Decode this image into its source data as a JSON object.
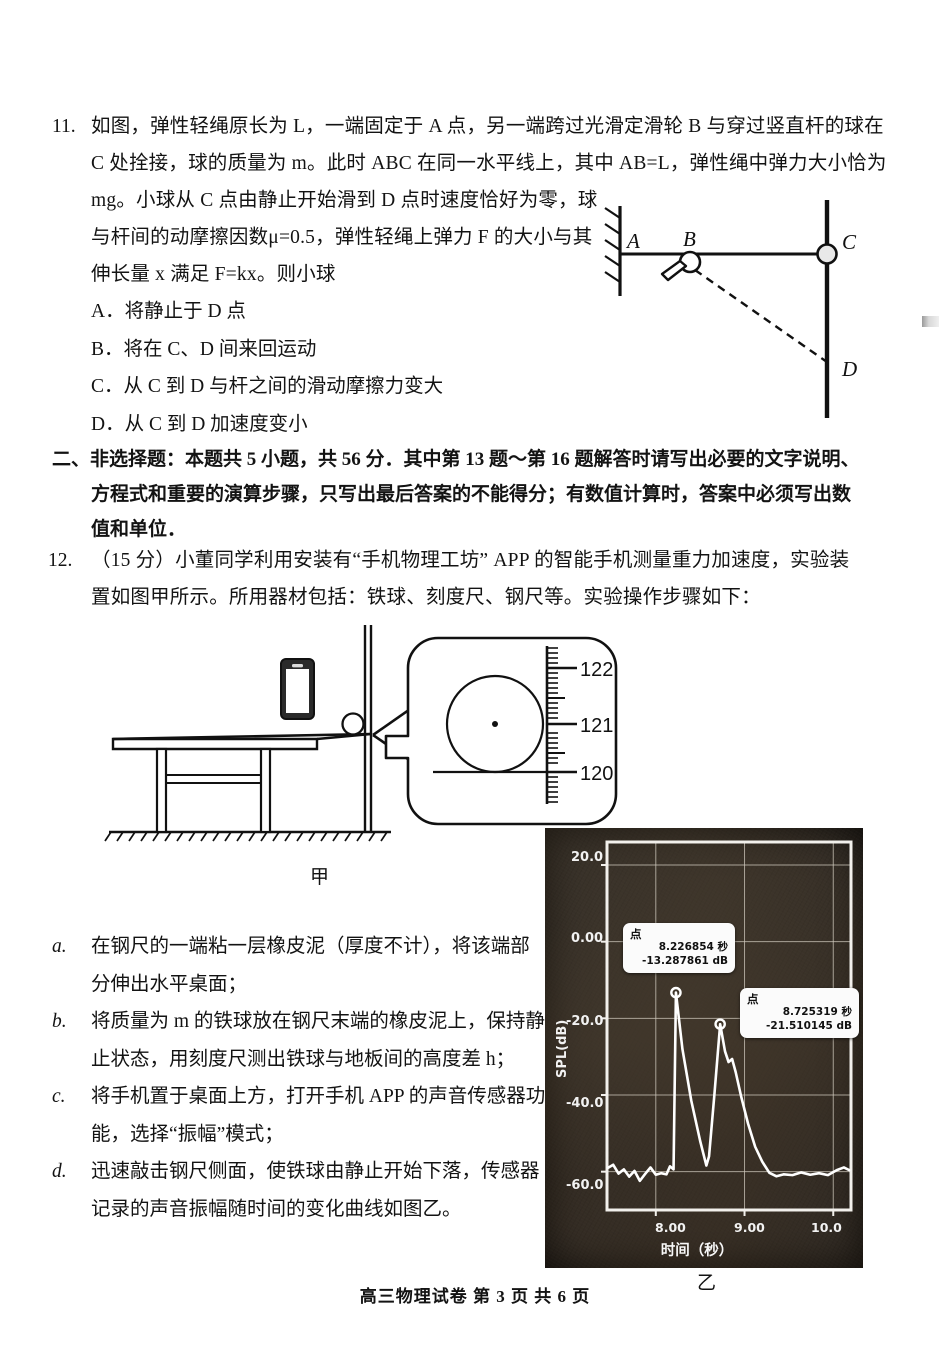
{
  "footer": "高三物理试卷  第 3 页  共 6 页",
  "q11": {
    "number": "11.",
    "lines": [
      "如图，弹性轻绳原长为 L，一端固定于 A 点，另一端跨过光滑定滑轮 B 与穿过竖直杆的球在",
      "C 处拴接，球的质量为 m。此时 ABC 在同一水平线上，其中 AB=L，弹性绳中弹力大小恰为",
      "mg。小球从 C 点由静止开始滑到 D 点时速度恰好为零，球",
      "与杆间的动摩擦因数μ=0.5，弹性轻绳上弹力 F 的大小与其",
      "伸长量 x 满足 F=kx。则小球"
    ],
    "options": [
      "A．将静止于 D 点",
      "B．将在 C、D 间来回运动",
      "C．从 C 到 D 与杆之间的滑动摩擦力变大",
      "D．从 C 到 D 加速度变小"
    ],
    "figure_labels": {
      "a": "A",
      "b": "B",
      "c": "C",
      "d": "D"
    }
  },
  "section2": {
    "lines": [
      "二、非选择题：本题共 5 小题，共 56 分．其中第 13 题～第 16 题解答时请写出必要的文字说明、",
      "方程式和重要的演算步骤，只写出最后答案的不能得分；有数值计算时，答案中必须写出数",
      "值和单位．"
    ]
  },
  "q12": {
    "number": "12.",
    "lines": [
      "（15 分）小董同学利用安装有“手机物理工坊” APP 的智能手机测量重力加速度，实验装",
      "置如图甲所示。所用器材包括：铁球、刻度尺、钢尺等。实验操作步骤如下："
    ],
    "steps": [
      {
        "label": "a.",
        "lines": [
          "在钢尺的一端粘一层橡皮泥（厚度不计），将该端部",
          "分伸出水平桌面；"
        ]
      },
      {
        "label": "b.",
        "lines": [
          "将质量为 m 的铁球放在钢尺末端的橡皮泥上，保持静",
          "止状态，用刻度尺测出铁球与地板间的高度差 h；"
        ]
      },
      {
        "label": "c.",
        "lines": [
          "将手机置于桌面上方，打开手机 APP 的声音传感器功",
          "能，选择“振幅”模式；"
        ]
      },
      {
        "label": "d.",
        "lines": [
          "迅速敲击钢尺侧面，使铁球由静止开始下落，传感器",
          "记录的声音振幅随时间的变化曲线如图乙。"
        ]
      }
    ],
    "fig_jia": {
      "caption": "甲",
      "ruler_ticks": [
        "122",
        "121",
        "120"
      ]
    },
    "fig_yi": {
      "caption": "乙"
    }
  },
  "chart_data": {
    "type": "line",
    "title": "",
    "xlabel": "时间（秒）",
    "ylabel": "SPL(dB)",
    "xlim": [
      7.45,
      10.2
    ],
    "ylim": [
      -70.0,
      26.0
    ],
    "xticks": [
      "8.00",
      "9.00",
      "10.0"
    ],
    "xtick_values": [
      8.0,
      9.0,
      10.0
    ],
    "yticks": [
      "20.0",
      "0.00",
      "-20.0",
      "-40.0",
      "-60.0"
    ],
    "ytick_values": [
      20.0,
      0.0,
      -20.0,
      -40.0,
      -60.0
    ],
    "grid": true,
    "legend": "none",
    "annotations": [
      {
        "header": "点",
        "time": "8.226854 秒",
        "level": "-13.287861 dB",
        "t": 8.226854,
        "spl": -13.287861
      },
      {
        "header": "点",
        "time": "8.725319 秒",
        "level": "-21.510145 dB",
        "t": 8.725319,
        "spl": -21.510145
      }
    ],
    "series": [
      {
        "name": "SPL",
        "points": [
          [
            7.46,
            -59.0
          ],
          [
            7.52,
            -58.2
          ],
          [
            7.58,
            -60.5
          ],
          [
            7.64,
            -59.4
          ],
          [
            7.7,
            -61.3
          ],
          [
            7.76,
            -59.8
          ],
          [
            7.82,
            -62.4
          ],
          [
            7.88,
            -60.6
          ],
          [
            7.94,
            -58.9
          ],
          [
            8.0,
            -60.8
          ],
          [
            8.06,
            -60.4
          ],
          [
            8.12,
            -60.7
          ],
          [
            8.16,
            -58.6
          ],
          [
            8.2,
            -59.4
          ],
          [
            8.226854,
            -13.287861
          ],
          [
            8.3,
            -28.0
          ],
          [
            8.4,
            -41.5
          ],
          [
            8.5,
            -52.0
          ],
          [
            8.57,
            -58.4
          ],
          [
            8.6,
            -56.0
          ],
          [
            8.66,
            -40.0
          ],
          [
            8.725319,
            -21.510145
          ],
          [
            8.78,
            -28.6
          ],
          [
            8.82,
            -31.4
          ],
          [
            8.86,
            -30.6
          ],
          [
            8.9,
            -34.0
          ],
          [
            8.96,
            -40.2
          ],
          [
            9.04,
            -47.5
          ],
          [
            9.12,
            -53.5
          ],
          [
            9.2,
            -57.4
          ],
          [
            9.28,
            -60.3
          ],
          [
            9.36,
            -61.2
          ],
          [
            9.44,
            -60.7
          ],
          [
            9.54,
            -60.9
          ],
          [
            9.64,
            -60.2
          ],
          [
            9.74,
            -60.8
          ],
          [
            9.84,
            -60.4
          ],
          [
            9.94,
            -60.9
          ],
          [
            10.04,
            -59.6
          ],
          [
            10.12,
            -58.9
          ],
          [
            10.18,
            -59.6
          ]
        ]
      }
    ]
  }
}
